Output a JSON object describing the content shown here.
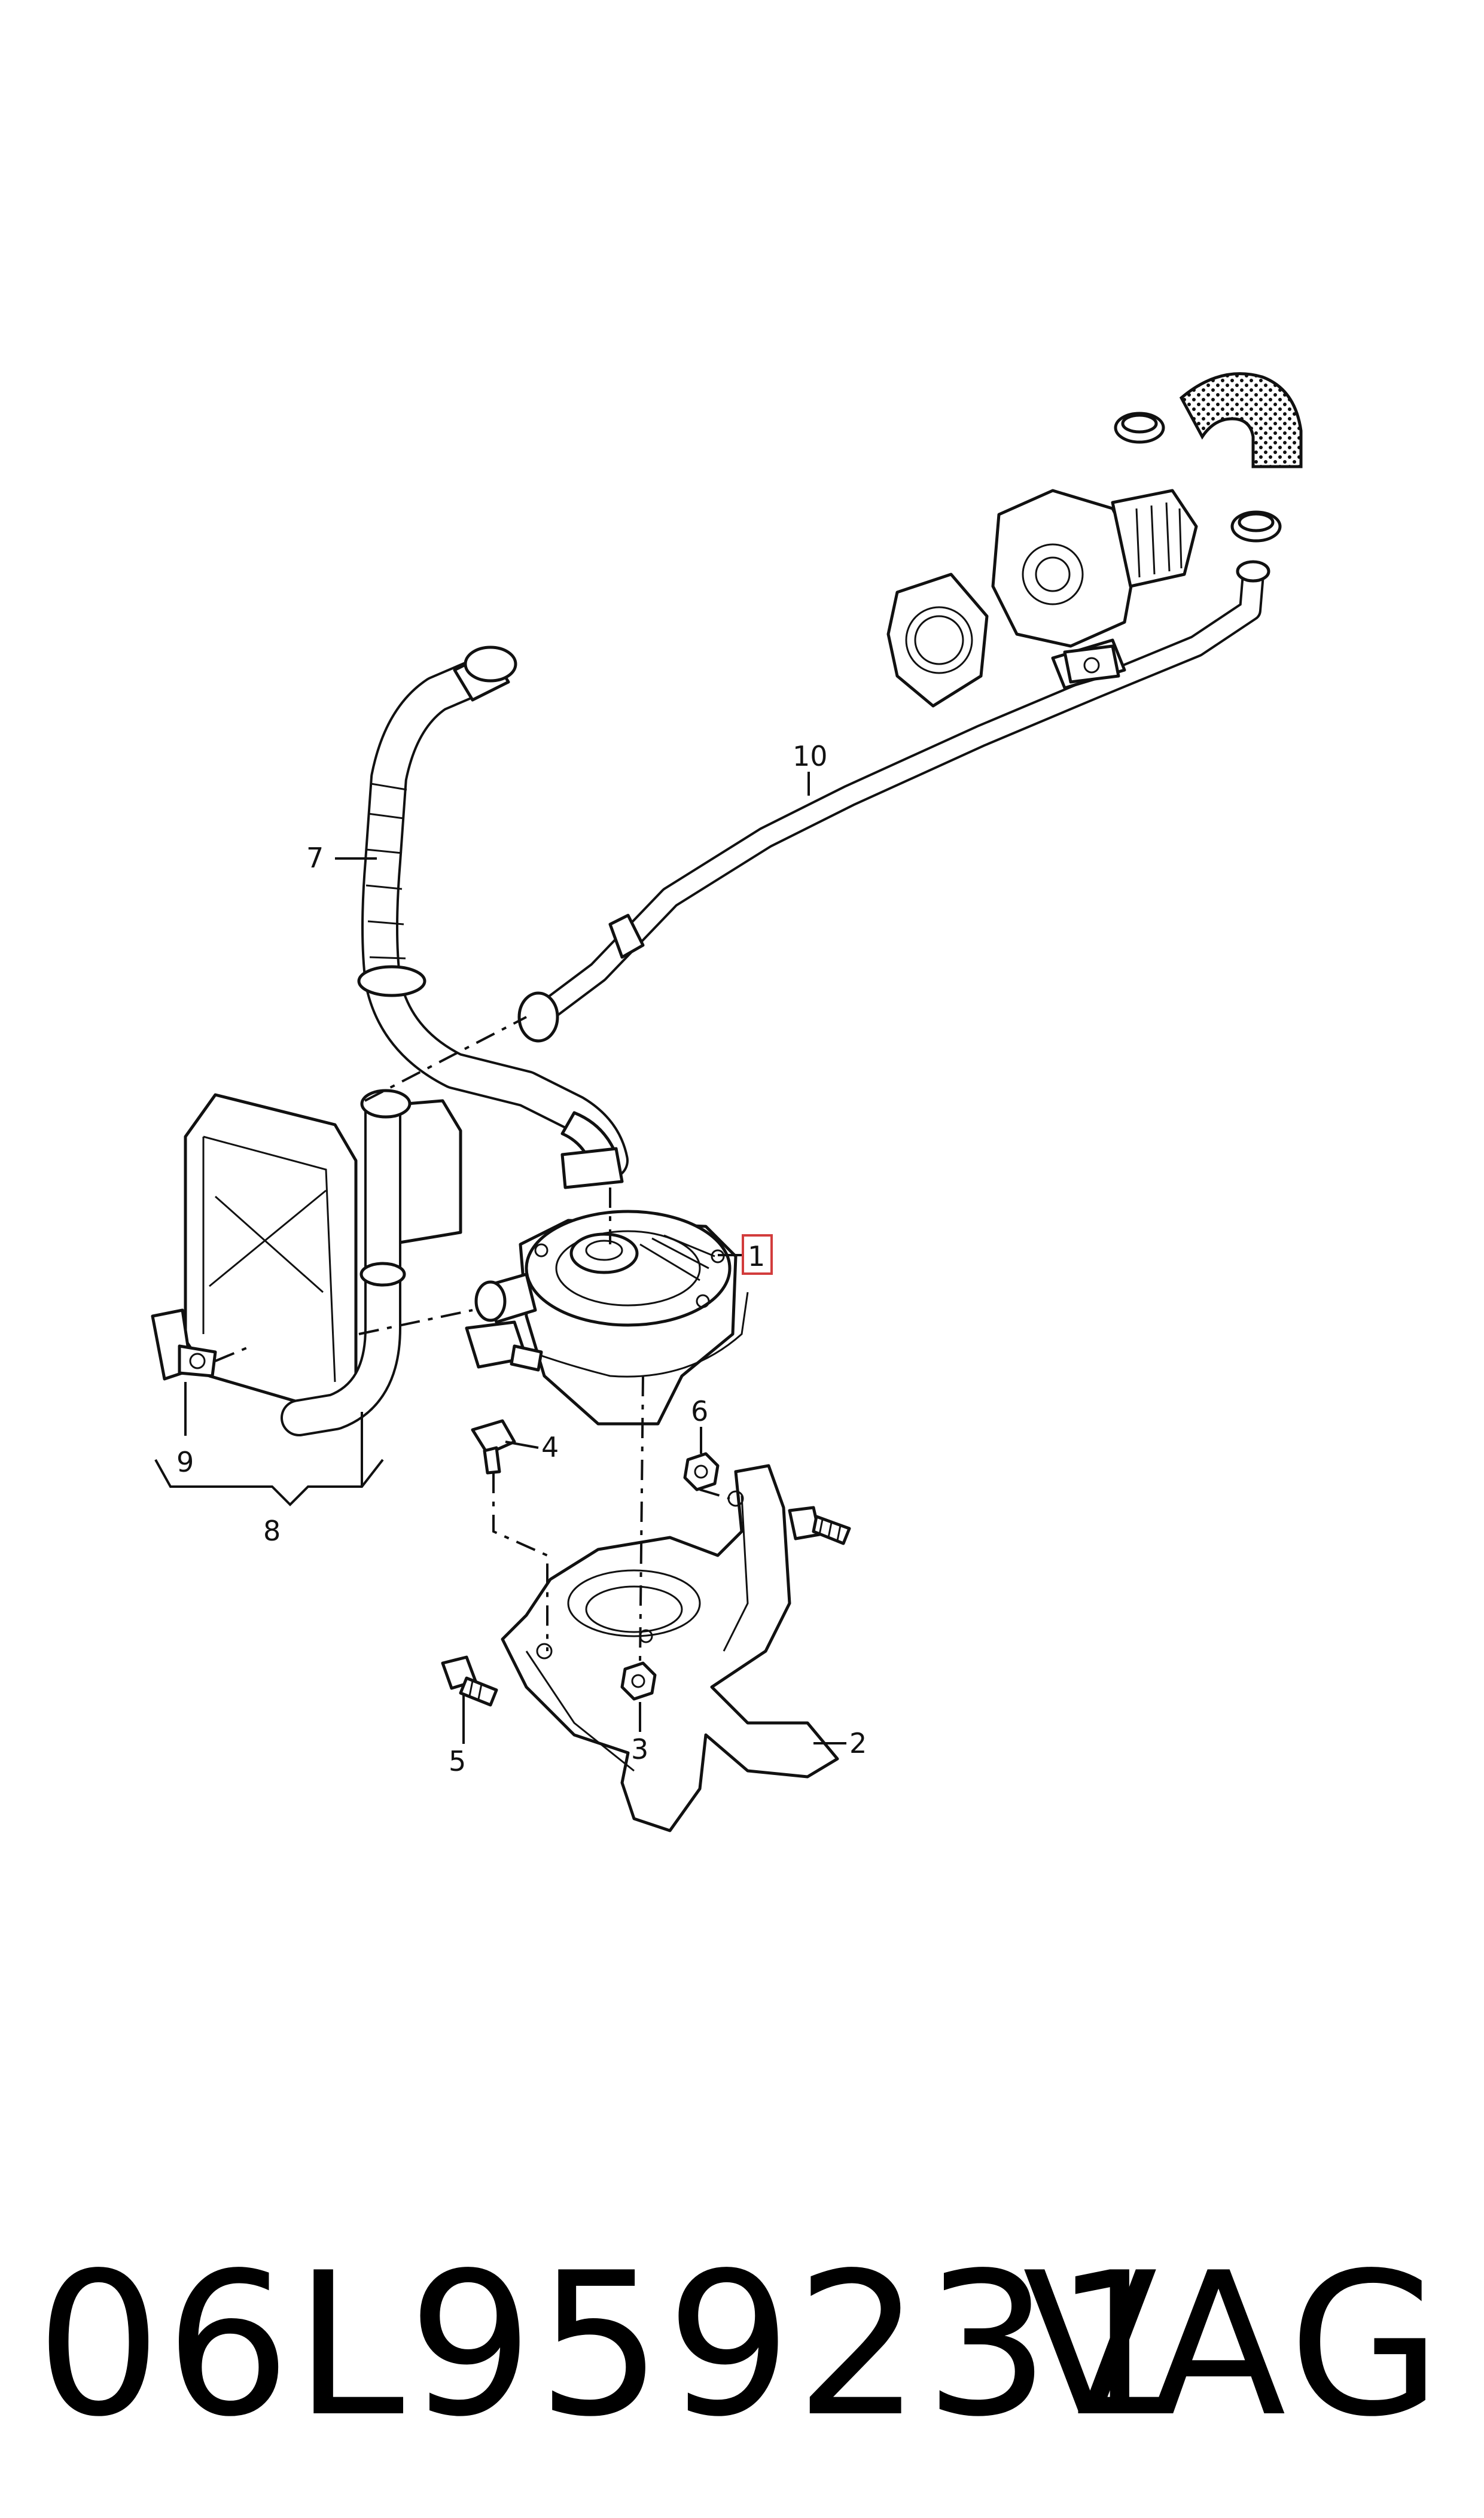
{
  "callouts": {
    "c1": "1",
    "c2": "2",
    "c3": "3",
    "c4": "4",
    "c5": "5",
    "c6": "6",
    "c7": "7",
    "c8": "8",
    "c9": "9",
    "c10": "10"
  },
  "highlight_color": "#d23c3c",
  "footer": {
    "part_number": "06L959231",
    "brand": "VAG"
  }
}
